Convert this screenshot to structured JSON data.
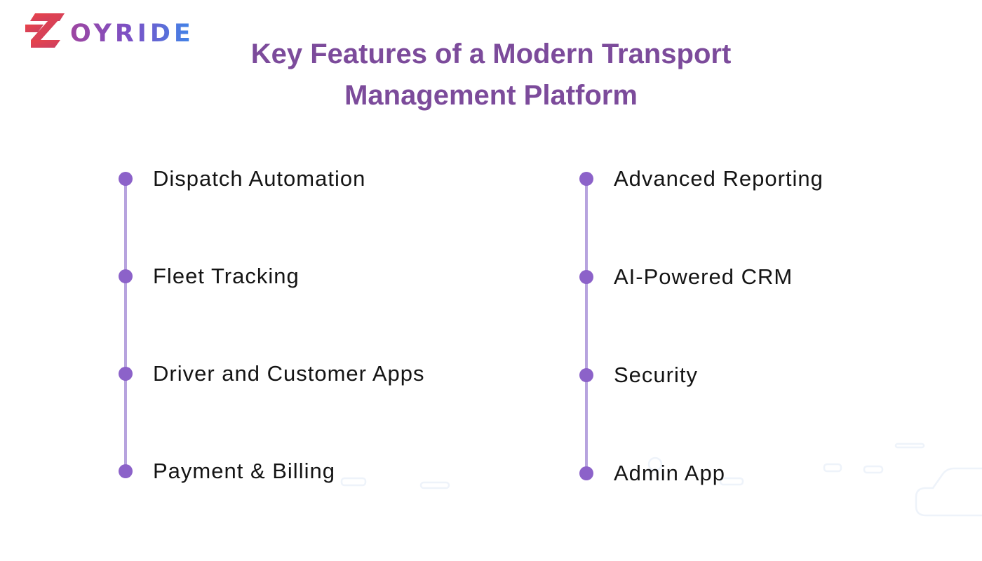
{
  "brand": {
    "name": "ZOYRIDE",
    "wordmark": "OYRIDE"
  },
  "title": {
    "line1": "Key Features of a Modern Transport",
    "line2": "Management Platform"
  },
  "features": {
    "left": [
      "Dispatch Automation",
      "Fleet Tracking",
      "Driver and Customer Apps",
      "Payment & Billing"
    ],
    "right": [
      "Advanced Reporting",
      "AI-Powered CRM",
      "Security",
      "Admin App"
    ]
  },
  "colors": {
    "background": "#FFFFFF",
    "title": "#7C4B9B",
    "text": "#141414",
    "dot": "#8C62C9",
    "line": "#B7A3DE",
    "logo_red_start": "#EA4348",
    "logo_red_end": "#C93F63",
    "wordmark_start": "#9E45A0",
    "wordmark_mid": "#7A52C7",
    "wordmark_end": "#3E87E9",
    "illustration": "#EEF3FA"
  }
}
